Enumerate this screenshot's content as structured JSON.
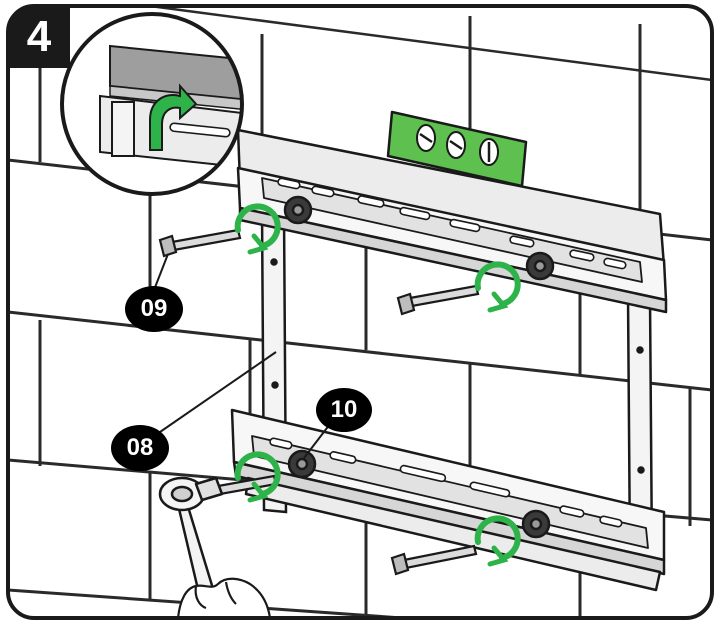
{
  "step": {
    "number": "4"
  },
  "parts": {
    "bracket_label": "08",
    "screw_label": "09",
    "washer_label": "10"
  },
  "colors": {
    "accent_green": "#2db34a",
    "level_green": "#5dc04f",
    "outline": "#1a1a1a",
    "wall_fill": "#ffffff"
  },
  "icons": {
    "rotate": "rotate-arrow-icon",
    "level": "spirit-level-icon",
    "wrench": "socket-wrench-icon"
  }
}
